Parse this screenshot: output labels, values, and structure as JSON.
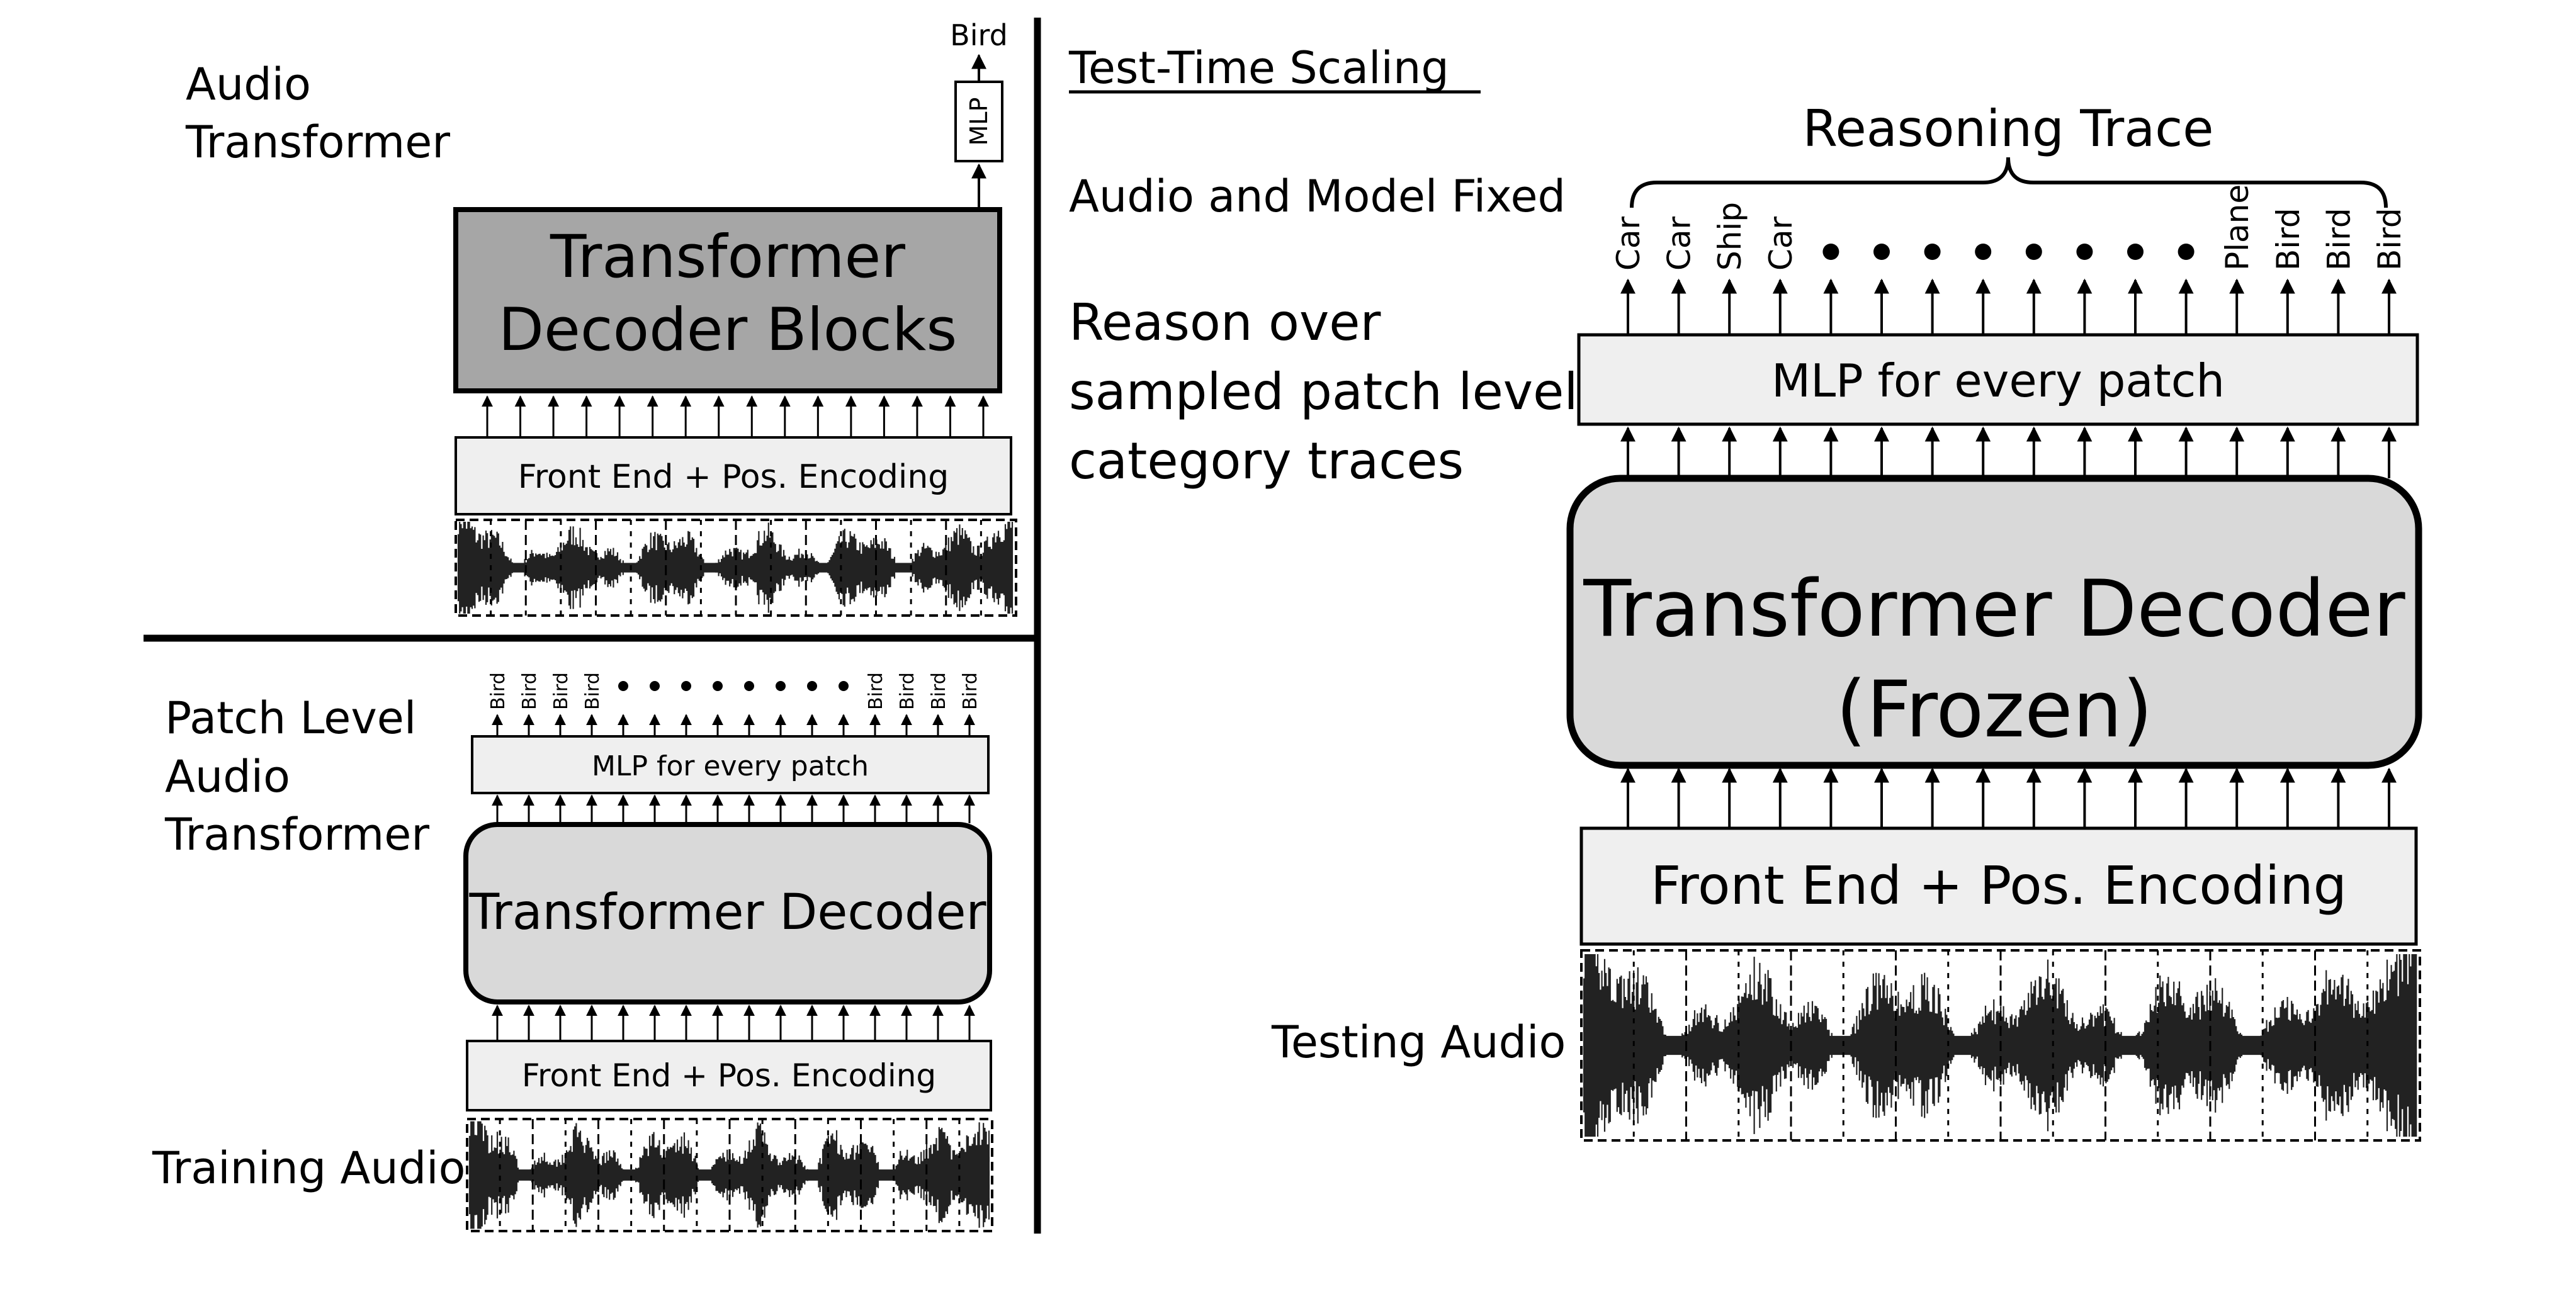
{
  "colors": {
    "ink": "#000000",
    "box_dark": "#a6a6a6",
    "box_mid": "#d9d9d9",
    "box_light": "#efefef",
    "wave": "#222222"
  },
  "panel_a": {
    "title_line1": "Audio",
    "title_line2": "Transformer",
    "output_label": "Bird",
    "head_label": "MLP",
    "decoder_line1": "Transformer",
    "decoder_line2": "Decoder Blocks",
    "frontend_label": "Front End + Pos. Encoding"
  },
  "panel_b": {
    "title_line1": "Patch Level",
    "title_line2": "Audio",
    "title_line3": "Transformer",
    "patch_outputs": [
      "Bird",
      "Bird",
      "Bird",
      "Bird",
      "•",
      "•",
      "•",
      "•",
      "•",
      "•",
      "•",
      "•",
      "Bird",
      "Bird",
      "Bird",
      "Bird"
    ],
    "mlp_label": "MLP for every patch",
    "decoder_label": "Transformer  Decoder",
    "frontend_label": "Front End + Pos. Encoding",
    "audio_label": "Training  Audio"
  },
  "panel_c": {
    "heading": "Test-Time  Scaling",
    "fixed_note": "Audio and Model Fixed",
    "reason_line1": "Reason over",
    "reason_line2": "sampled patch level",
    "reason_line3": "category traces",
    "trace_label": "Reasoning Trace",
    "patch_outputs": [
      "Car",
      "Car",
      "Ship",
      "Car",
      "•",
      "•",
      "•",
      "•",
      "•",
      "•",
      "•",
      "•",
      "Plane",
      "Bird",
      "Bird",
      "Bird"
    ],
    "mlp_label": "MLP for every patch",
    "decoder_line1": "Transformer  Decoder",
    "decoder_line2": "(Frozen)",
    "frontend_label": "Front End + Pos. Encoding",
    "audio_label": "Testing  Audio"
  }
}
